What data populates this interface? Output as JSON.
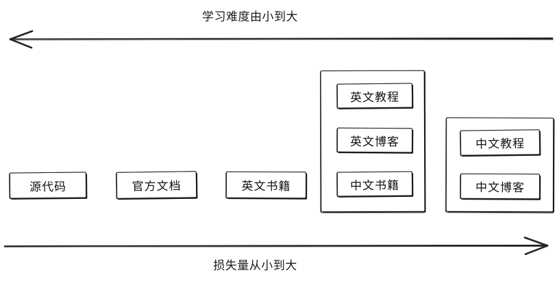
{
  "diagram": {
    "type": "sketch-spectrum-diagram",
    "style": "hand-drawn",
    "colors": {
      "stroke": "#1b1b1b",
      "text": "#111111",
      "background": "#ffffff"
    },
    "axes": {
      "top": {
        "label": "学习难度由小到大",
        "direction": "left",
        "arrow_icon": "arrow-left-icon"
      },
      "bottom": {
        "label": "损失量从小到大",
        "direction": "right",
        "arrow_icon": "arrow-right-icon"
      }
    },
    "nodes": [
      {
        "id": "source-code",
        "label": "源代码"
      },
      {
        "id": "official-docs",
        "label": "官方文档"
      },
      {
        "id": "english-books",
        "label": "英文书籍"
      }
    ],
    "groups": [
      {
        "id": "english-group",
        "items": [
          {
            "id": "english-tutorial",
            "label": "英文教程"
          },
          {
            "id": "english-blog",
            "label": "英文博客"
          },
          {
            "id": "chinese-books",
            "label": "中文书籍"
          }
        ]
      },
      {
        "id": "chinese-group",
        "items": [
          {
            "id": "chinese-tutorial",
            "label": "中文教程"
          },
          {
            "id": "chinese-blog",
            "label": "中文博客"
          }
        ]
      }
    ]
  }
}
